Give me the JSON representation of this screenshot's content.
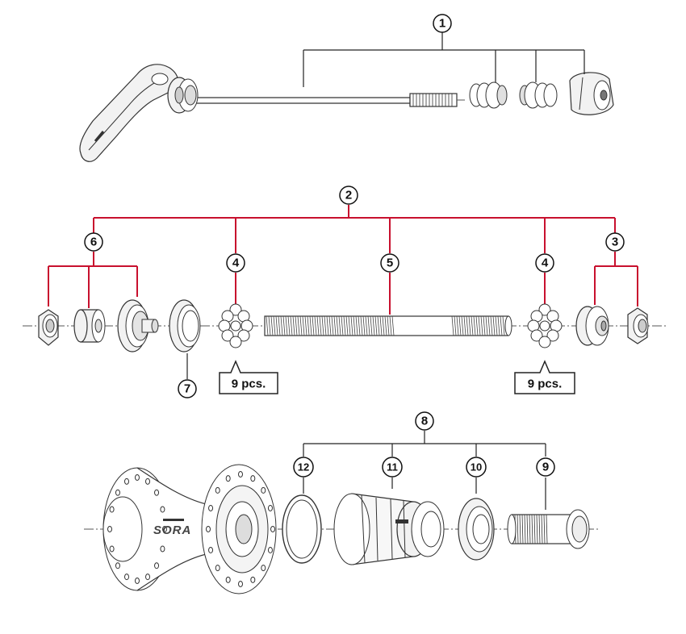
{
  "callouts": [
    {
      "key": "c1",
      "label": "1"
    },
    {
      "key": "c2",
      "label": "2"
    },
    {
      "key": "c3",
      "label": "3"
    },
    {
      "key": "c4a",
      "label": "4"
    },
    {
      "key": "c4b",
      "label": "4"
    },
    {
      "key": "c5",
      "label": "5"
    },
    {
      "key": "c6",
      "label": "6"
    },
    {
      "key": "c7",
      "label": "7"
    },
    {
      "key": "c8",
      "label": "8"
    },
    {
      "key": "c9",
      "label": "9"
    },
    {
      "key": "c10",
      "label": "10"
    },
    {
      "key": "c11",
      "label": "11"
    },
    {
      "key": "c12",
      "label": "12"
    }
  ],
  "ball_notes": {
    "left": "9 pcs.",
    "right": "9 pcs."
  },
  "hub_logo": "SORA",
  "colors": {
    "leader_red": "#c8102e",
    "leader_black": "#222222"
  }
}
